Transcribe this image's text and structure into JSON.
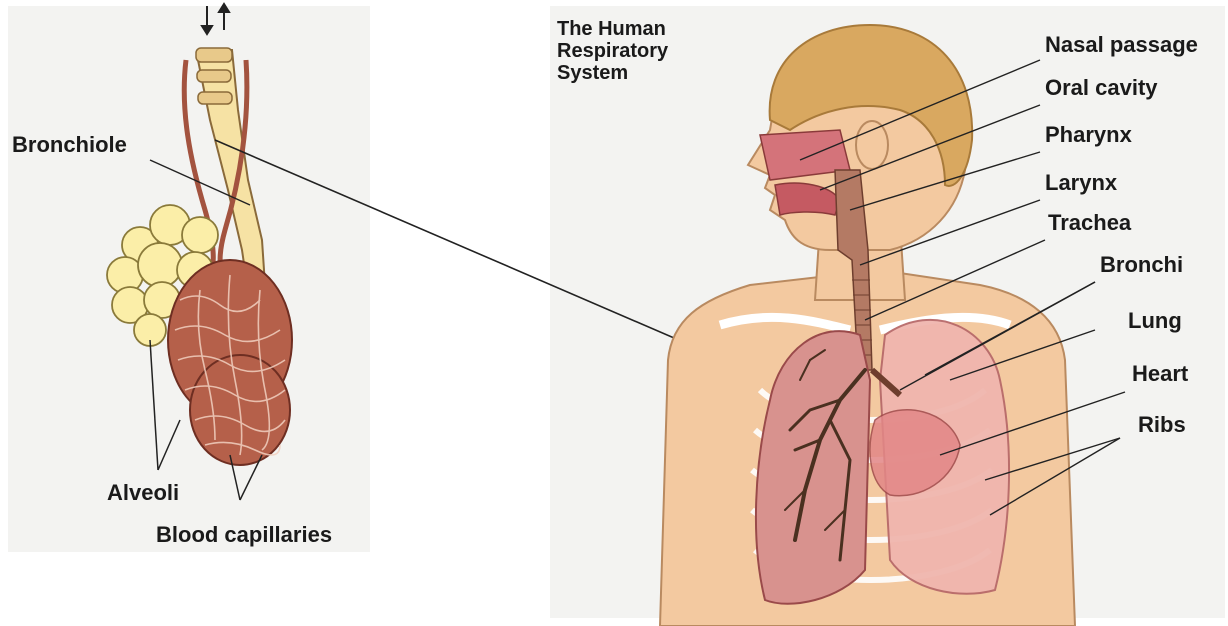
{
  "title": "The Human Respiratory System",
  "left_labels": {
    "bronchiole": "Bronchiole",
    "alveoli": "Alveoli",
    "blood_capillaries": "Blood capillaries"
  },
  "right_labels": {
    "nasal_passage": "Nasal passage",
    "oral_cavity": "Oral cavity",
    "pharynx": "Pharynx",
    "larynx": "Larynx",
    "trachea": "Trachea",
    "bronchi": "Bronchi",
    "lung": "Lung",
    "heart": "Heart",
    "ribs": "Ribs"
  },
  "colors": {
    "skin": "#f3c9a0",
    "hair": "#d9a860",
    "lung": "#e9a3a3",
    "airway": "#c98a72",
    "capillaries": "#9c4a3a",
    "alveoli": "#fbeea8",
    "bronchiole": "#f6e2a4"
  }
}
